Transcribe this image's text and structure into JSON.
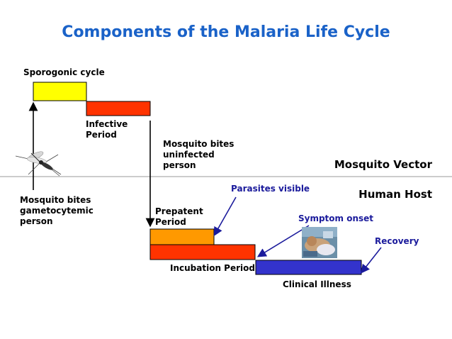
{
  "title": "Components of the Malaria Life Cycle",
  "labels": {
    "sporogonic_cycle": "Sporogonic cycle",
    "infective_period": [
      "Infective",
      "Period"
    ],
    "mosquito_bites_uninfected": [
      "Mosquito bites",
      "uninfected",
      "person"
    ],
    "mosquito_vector": "Mosquito Vector",
    "human_host": "Human Host",
    "mosquito_bites_gametocytemic": [
      "Mosquito bites",
      "gametocytemic",
      "person"
    ],
    "prepatent_period": [
      "Prepatent",
      "Period"
    ],
    "parasites_visible": "Parasites visible",
    "symptom_onset": "Symptom onset",
    "recovery": "Recovery",
    "incubation_period": "Incubation Period",
    "clinical_illness": "Clinical Illness"
  },
  "colors": {
    "title": "#1a62c8",
    "sporogonic_box": "#ffff00",
    "infective_box": "#ff3300",
    "prepatent_box": "#ff9900",
    "incubation_box": "#ff3300",
    "clinical_box": "#3333cc",
    "annotation_text": "#1b1b9c",
    "divider": "#999999"
  },
  "icons": {
    "mosquito": "mosquito-icon",
    "patient_photo": "patient-photo"
  }
}
